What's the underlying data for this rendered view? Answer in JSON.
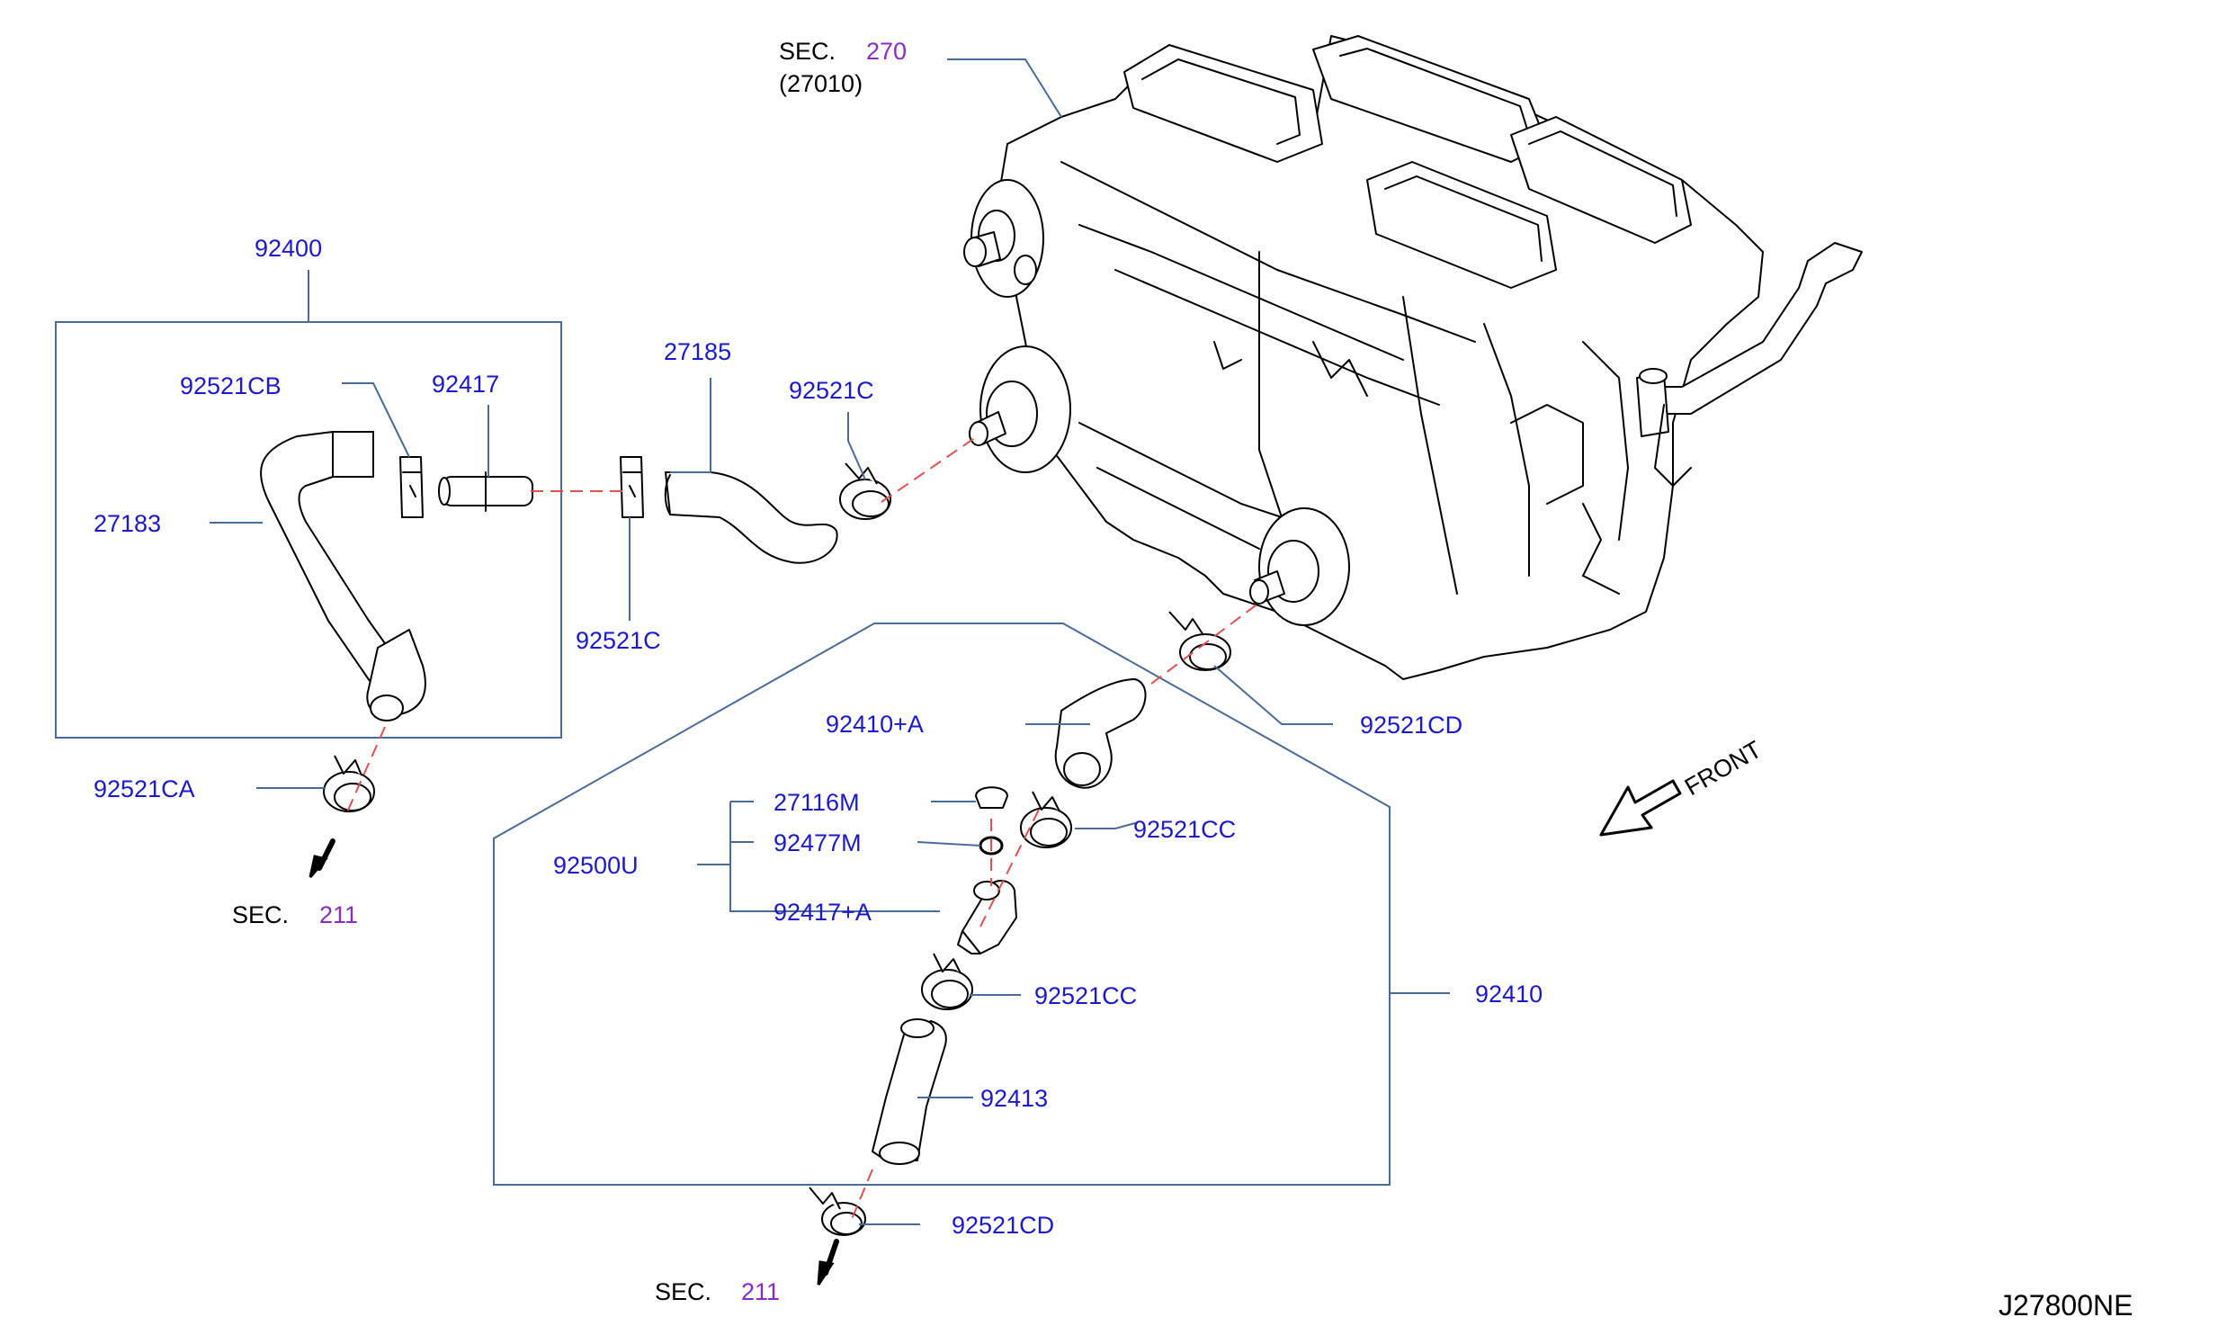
{
  "callouts": {
    "sec270_prefix": "SEC.",
    "sec270_num": "270",
    "sec270_sub": "(27010)",
    "p92400": "92400",
    "p92521CB": "92521CB",
    "p92417": "92417",
    "p27183": "27183",
    "p27185": "27185",
    "p92521C_top": "92521C",
    "p92521C_bottom": "92521C",
    "p92521CA": "92521CA",
    "sec211_left_prefix": "SEC.",
    "sec211_left_num": "211",
    "p92521CD_right": "92521CD",
    "p92410A": "92410+A",
    "p27116M": "27116M",
    "p92477M": "92477M",
    "p92500U": "92500U",
    "p92417A": "92417+A",
    "p92521CC_upper": "92521CC",
    "p92521CC_lower": "92521CC",
    "p92410": "92410",
    "p92413": "92413",
    "p92521CD_bottom": "92521CD",
    "sec211_bottom_prefix": "SEC.",
    "sec211_bottom_num": "211",
    "front": "FRONT",
    "diagram_ref": "J27800NE"
  }
}
